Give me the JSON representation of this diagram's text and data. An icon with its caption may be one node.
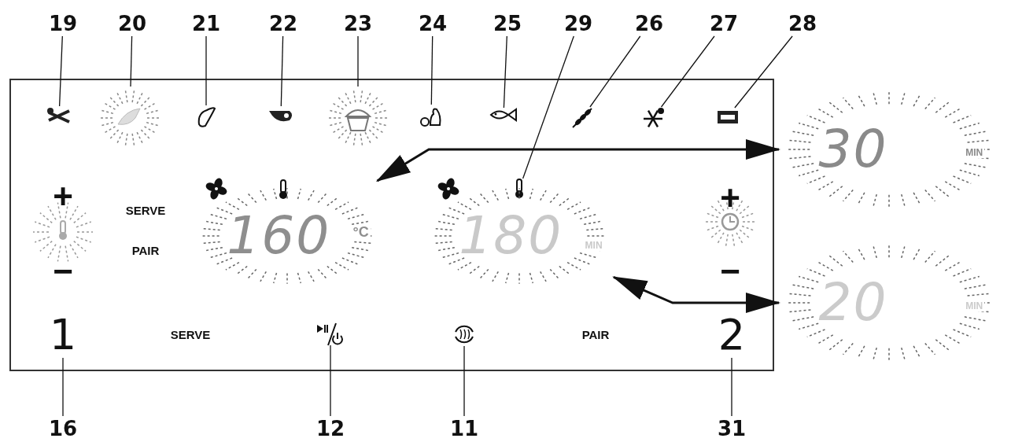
{
  "diagram": {
    "nodes": [
      {
        "text": [
          "19"
        ]
      },
      {
        "text": [
          "20"
        ]
      },
      {
        "text": [
          "21"
        ]
      },
      {
        "text": [
          "22"
        ]
      },
      {
        "text": [
          "23"
        ]
      },
      {
        "text": [
          "24"
        ]
      },
      {
        "text": [
          "25"
        ]
      },
      {
        "text": [
          "29"
        ]
      },
      {
        "text": [
          "26"
        ]
      },
      {
        "text": [
          "27"
        ]
      },
      {
        "text": [
          "28"
        ]
      },
      {
        "text": [],
        "shape": "icon"
      },
      {
        "text": [],
        "shape": "icon"
      },
      {
        "text": [],
        "shape": "icon"
      },
      {
        "text": [],
        "shape": "icon"
      },
      {
        "text": [],
        "shape": "icon"
      },
      {
        "text": [],
        "shape": "icon"
      },
      {
        "text": [],
        "shape": "icon"
      },
      {
        "text": [],
        "shape": "icon"
      },
      {
        "text": [],
        "shape": "icon"
      },
      {
        "text": [],
        "shape": "icon"
      },
      {
        "text": [],
        "shape": "icon"
      },
      {
        "text": [
          "160",
          "°C"
        ]
      },
      {
        "text": [
          "180",
          "MIN"
        ]
      },
      {
        "text": [
          "30",
          "MIN"
        ]
      },
      {
        "text": [
          "20",
          "MIN"
        ]
      },
      {
        "text": [
          "1"
        ]
      },
      {
        "text": [],
        "shape": "icon"
      },
      {
        "text": [],
        "shape": "icon"
      },
      {
        "text": [
          "2"
        ]
      },
      {
        "text": [
          "16"
        ]
      },
      {
        "text": [
          "12"
        ]
      },
      {
        "text": [
          "11"
        ]
      },
      {
        "text": [
          "31"
        ]
      }
    ],
    "edges": [
      {
        "from": 0,
        "to": 11,
        "arrow": "none"
      },
      {
        "from": 1,
        "to": 12,
        "arrow": "none"
      },
      {
        "from": 2,
        "to": 13,
        "arrow": "none"
      },
      {
        "from": 3,
        "to": 14,
        "arrow": "none"
      },
      {
        "from": 4,
        "to": 15,
        "arrow": "none"
      },
      {
        "from": 5,
        "to": 16,
        "arrow": "none"
      },
      {
        "from": 6,
        "to": 17,
        "arrow": "none"
      },
      {
        "from": 7,
        "to": 18,
        "arrow": "none"
      },
      {
        "from": 8,
        "to": 19,
        "arrow": "none"
      },
      {
        "from": 9,
        "to": 20,
        "arrow": "none"
      },
      {
        "from": 10,
        "to": 21,
        "arrow": "none"
      },
      {
        "from": 22,
        "to": 24,
        "arrow": "both"
      },
      {
        "from": 23,
        "to": 25,
        "arrow": "both"
      },
      {
        "from": 30,
        "to": 26,
        "arrow": "none"
      },
      {
        "from": 31,
        "to": 27,
        "arrow": "none"
      },
      {
        "from": 32,
        "to": 28,
        "arrow": "none"
      },
      {
        "from": 33,
        "to": 29,
        "arrow": "none"
      }
    ],
    "labels": [
      "+",
      "SERVE",
      "PAIR",
      "−",
      "+",
      "−",
      "SERVE",
      "PAIR"
    ]
  }
}
